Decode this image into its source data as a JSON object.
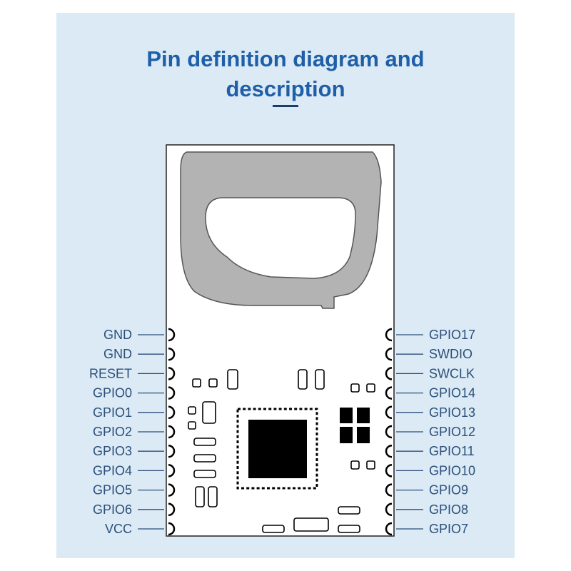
{
  "title": {
    "line1": "Pin definition diagram and",
    "line2": "description"
  },
  "colors": {
    "panel": "#dbeaf5",
    "title": "#1f5fa8",
    "labels": "#2b4f7a",
    "antenna": "#b3b3b3",
    "chip": "#000000"
  },
  "pins": {
    "left": [
      "GND",
      "GND",
      "RESET",
      "GPIO0",
      "GPIO1",
      "GPIO2",
      "GPIO3",
      "GPIO4",
      "GPIO5",
      "GPIO6",
      "VCC"
    ],
    "right": [
      "GPIO17",
      "SWDIO",
      "SWCLK",
      "GPIO14",
      "GPIO13",
      "GPIO12",
      "GPIO11",
      "GPIO10",
      "GPIO9",
      "GPIO8",
      "GPIO7"
    ]
  }
}
